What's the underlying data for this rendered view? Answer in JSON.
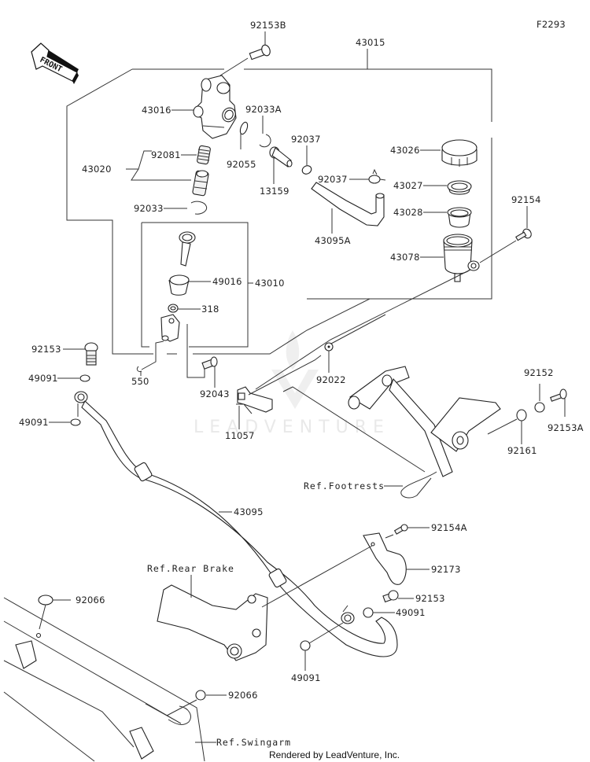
{
  "diagram": {
    "figure_code": "F2293",
    "watermark": "LEADVENTURE",
    "credit": "Rendered by LeadVenture, Inc.",
    "direction_indicator": "FRONT",
    "callouts": {
      "p92153B": "92153B",
      "p43015": "43015",
      "p43016": "43016",
      "p92033A": "92033A",
      "p92037a": "92037",
      "p92055": "92055",
      "p43020": "43020",
      "p92081": "92081",
      "p13159": "13159",
      "p92037b": "92037",
      "p43026": "43026",
      "p43027": "43027",
      "p43028": "43028",
      "p43095A": "43095A",
      "p92033": "92033",
      "p92154": "92154",
      "p43078": "43078",
      "p49016": "49016",
      "p43010": "43010",
      "p318": "318",
      "p92153a": "92153",
      "p49091a": "49091",
      "p49091b": "49091",
      "p550": "550",
      "p92043": "92043",
      "p92022": "92022",
      "p11057": "11057",
      "p92152": "92152",
      "p92153A": "92153A",
      "p92161": "92161",
      "refFootrests": "Ref.Footrests",
      "p43095": "43095",
      "p92154A": "92154A",
      "refRearBrake": "Ref.Rear Brake",
      "p92173": "92173",
      "p92066a": "92066",
      "p92153b": "92153",
      "p49091c": "49091",
      "p49091d": "49091",
      "p92066b": "92066",
      "refSwingarm": "Ref.Swingarm"
    }
  }
}
